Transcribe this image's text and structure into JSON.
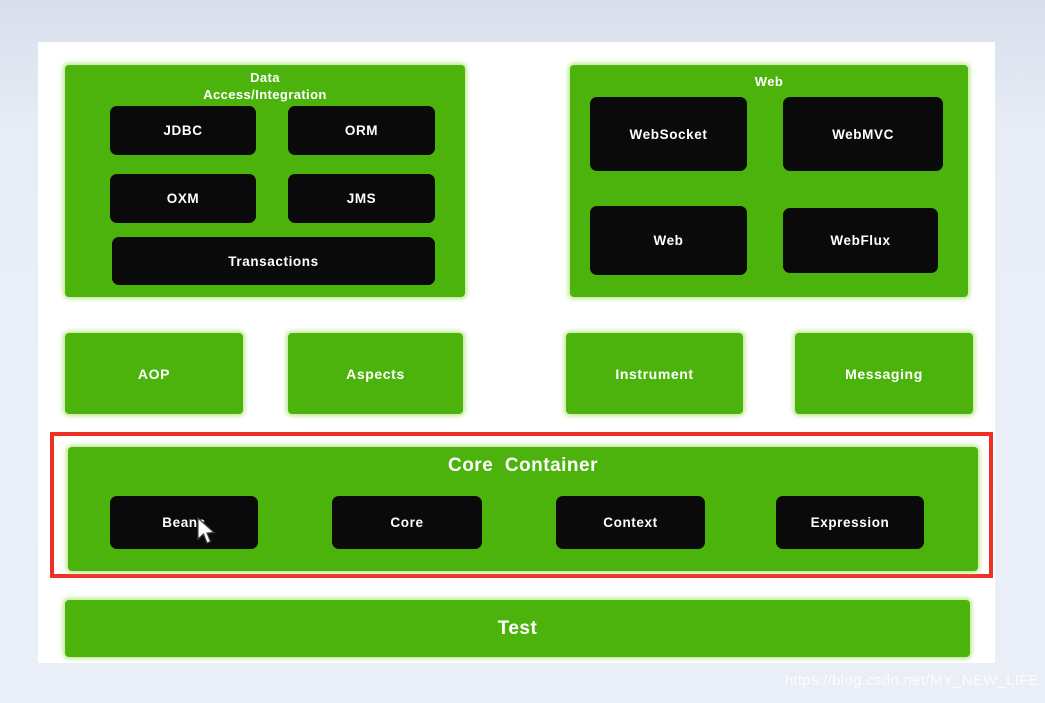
{
  "page": {
    "watermark": "https://blog.csdn.net/MY_NEW_LIFE"
  },
  "colors": {
    "green": "#4cb30d",
    "green_glow": "#9bdb57",
    "black_box": "#0a0a0a",
    "red_highlight": "#ee3124",
    "panel_bg": "#ffffff",
    "page_bg": "#e9eef7",
    "text_white": "#ffffff"
  },
  "diagram": {
    "data_access": {
      "title_line1": "Data",
      "title_line2": "Access/Integration",
      "modules": [
        "JDBC",
        "ORM",
        "OXM",
        "JMS"
      ],
      "wide_module": "Transactions"
    },
    "web": {
      "title": "Web",
      "modules": [
        "WebSocket",
        "WebMVC",
        "Web",
        "WebFlux"
      ]
    },
    "middle_row": [
      "AOP",
      "Aspects",
      "Instrument",
      "Messaging"
    ],
    "core_container": {
      "title": "Core  Container",
      "modules": [
        "Beans",
        "Core",
        "Context",
        "Expression"
      ]
    },
    "test": {
      "title": "Test"
    }
  }
}
